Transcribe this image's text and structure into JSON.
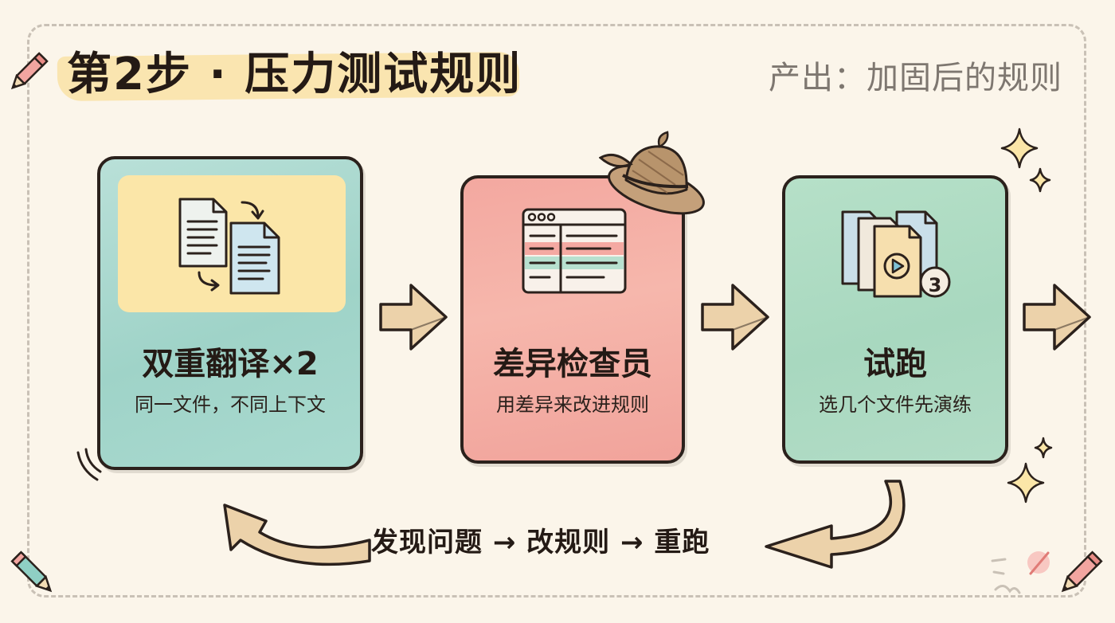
{
  "title": "第2步 · 压力测试规则",
  "output_label": "产出：加固后的规则",
  "steps": [
    {
      "title": "双重翻译×2",
      "desc": "同一文件，不同上下文",
      "icon": "two-documents-icon"
    },
    {
      "title": "差异检查员",
      "desc": "用差异来改进规则",
      "icon": "diff-window-icon"
    },
    {
      "title": "试跑",
      "desc": "选几个文件先演练",
      "icon": "file-stack-play-icon",
      "badge": "3"
    }
  ],
  "loop_text": "发现问题 → 改规则 → 重跑",
  "colors": {
    "card1": "#a9dacf",
    "card2": "#f4ada4",
    "card3": "#b0dbc4",
    "highlight": "#f9e2a6",
    "arrow": "#ecd2aa",
    "outline": "#2b211c"
  }
}
